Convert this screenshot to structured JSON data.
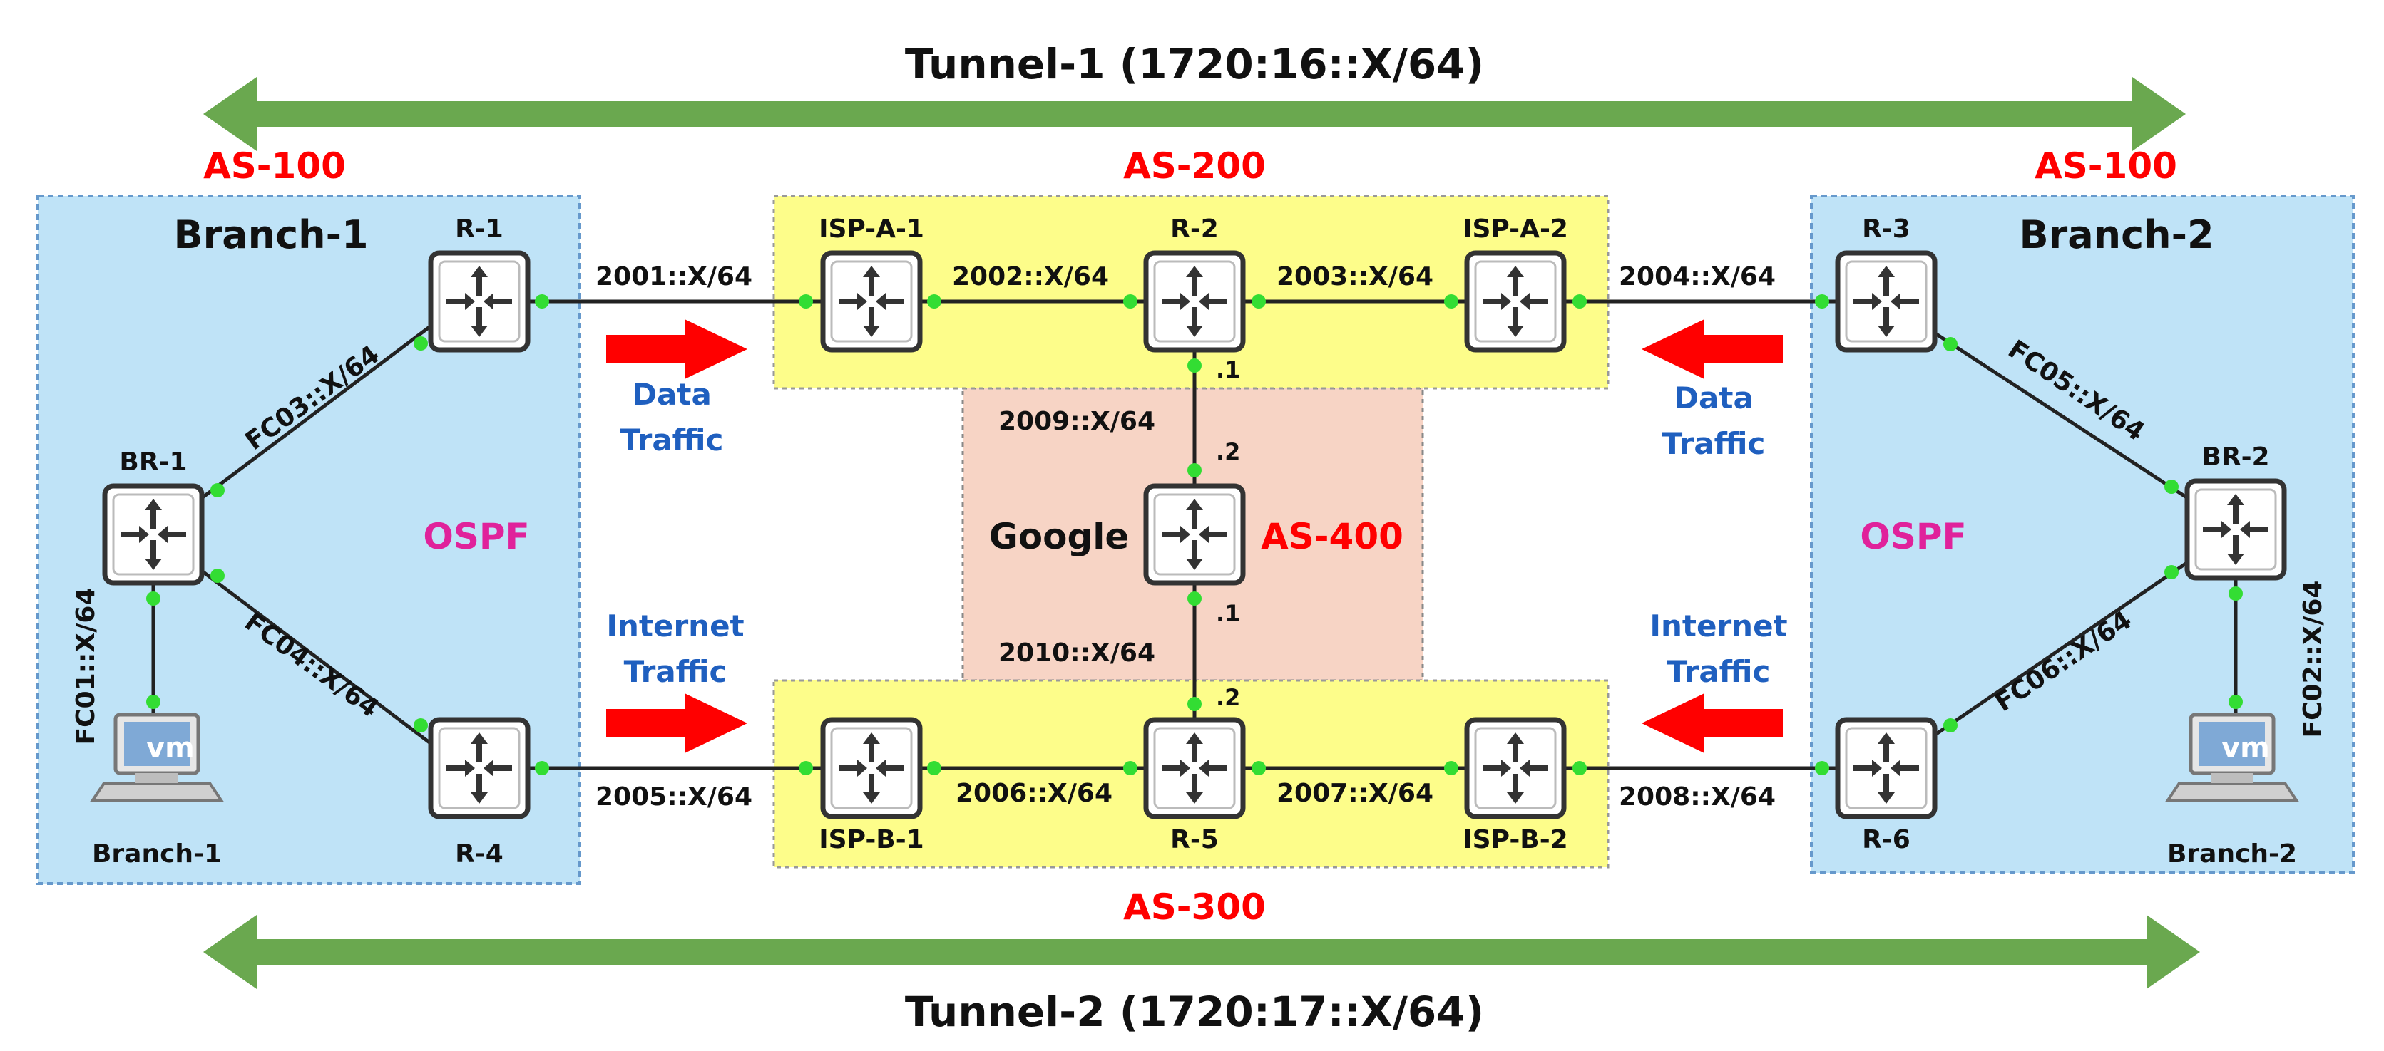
{
  "tunnels": {
    "top": "Tunnel-1 (1720:16::X/64)",
    "bottom": "Tunnel-2 (1720:17::X/64)"
  },
  "as_labels": {
    "left": "AS-100",
    "right": "AS-100",
    "isp_a": "AS-200",
    "isp_b": "AS-300",
    "google": "AS-400"
  },
  "branches": {
    "left": {
      "title": "Branch-1",
      "protocol": "OSPF",
      "host": "Branch-1",
      "host_badge": "vm"
    },
    "right": {
      "title": "Branch-2",
      "protocol": "OSPF",
      "host": "Branch-2",
      "host_badge": "vm"
    }
  },
  "google_label": "Google",
  "routers": {
    "r1": "R-1",
    "r2": "R-2",
    "r3": "R-3",
    "r4": "R-4",
    "r5": "R-5",
    "r6": "R-6",
    "br1": "BR-1",
    "br2": "BR-2",
    "ispa1": "ISP-A-1",
    "ispa2": "ISP-A-2",
    "ispb1": "ISP-B-1",
    "ispb2": "ISP-B-2"
  },
  "links": {
    "l2001": "2001::X/64",
    "l2002": "2002::X/64",
    "l2003": "2003::X/64",
    "l2004": "2004::X/64",
    "l2005": "2005::X/64",
    "l2006": "2006::X/64",
    "l2007": "2007::X/64",
    "l2008": "2008::X/64",
    "l2009": "2009::X/64",
    "l2010": "2010::X/64",
    "fc01": "FC01::X/64",
    "fc02": "FC02::X/64",
    "fc03": "FC03::X/64",
    "fc04": "FC04::X/64",
    "fc05": "FC05::X/64",
    "fc06": "FC06::X/64"
  },
  "interface_ids": {
    "r2_down": ".1",
    "g_up": ".2",
    "g_down": ".1",
    "r5_up": ".2"
  },
  "traffic": {
    "data_l1": "Data",
    "data_l2": "Traffic",
    "inet_l1": "Internet",
    "inet_l2": "Traffic"
  },
  "colors": {
    "branch_fill": "#bfe3f7",
    "isp_fill": "#fdfd8a",
    "google_fill": "#f7d4c5",
    "tunnel_arrow": "#6aa84f",
    "traffic_arrow": "#ff0000",
    "as_text": "#ff0000",
    "ospf_text": "#e0229b",
    "traffic_text": "#1f5fbf",
    "node_dot": "#33dd33"
  }
}
